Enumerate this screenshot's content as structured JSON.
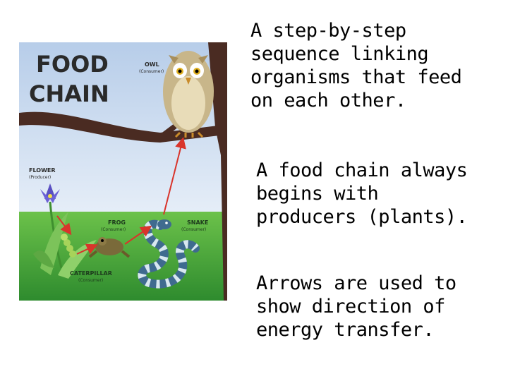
{
  "illustration": {
    "title_line1": "FOOD",
    "title_line2": "CHAIN",
    "labels": {
      "owl": "OWL",
      "owl_role": "(Consumer)",
      "flower": "FLOWER",
      "flower_role": "(Producer)",
      "frog": "FROG",
      "frog_role": "(Consumer)",
      "snake": "SNAKE",
      "snake_role": "(Consumer)",
      "caterpillar": "CATERPILLAR",
      "caterpillar_role": "(Consumer)"
    },
    "colors": {
      "sky": "#c9dbf1",
      "grass": "#46a83a",
      "branch": "#4a2b22",
      "arrow": "#d9342b",
      "title": "#2a2a2a"
    }
  },
  "bullets": [
    "A step-by-step\nsequence linking\norganisms that feed\non each other.",
    "A food chain always\nbegins with\nproducers (plants).",
    "Arrows are used to\nshow direction of\nenergy transfer."
  ]
}
